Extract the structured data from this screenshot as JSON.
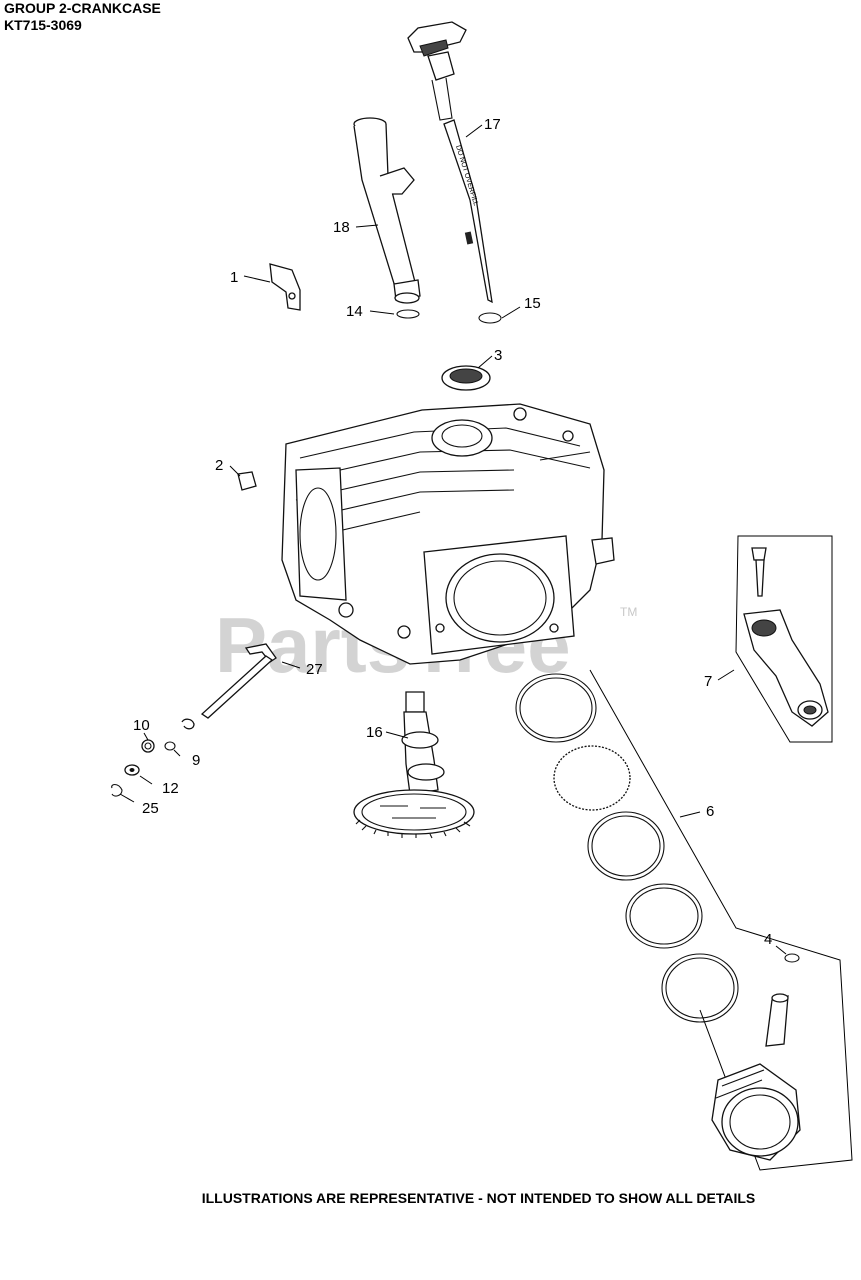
{
  "header": {
    "group": "GROUP 2-CRANKCASE",
    "model": "KT715-3069"
  },
  "watermark": {
    "text": "PartsTree",
    "tm": "TM"
  },
  "footer": {
    "text": "ILLUSTRATIONS ARE REPRESENTATIVE - NOT INTENDED TO SHOW ALL DETAILS"
  },
  "callouts": {
    "c1": "1",
    "c2": "2",
    "c3": "3",
    "c4": "4",
    "c6": "6",
    "c7": "7",
    "c9": "9",
    "c10": "10",
    "c12": "12",
    "c14": "14",
    "c15": "15",
    "c16": "16",
    "c17": "17",
    "c18": "18",
    "c25": "25",
    "c27": "27"
  },
  "dipstick_text": "DO NOT OVERFILL"
}
